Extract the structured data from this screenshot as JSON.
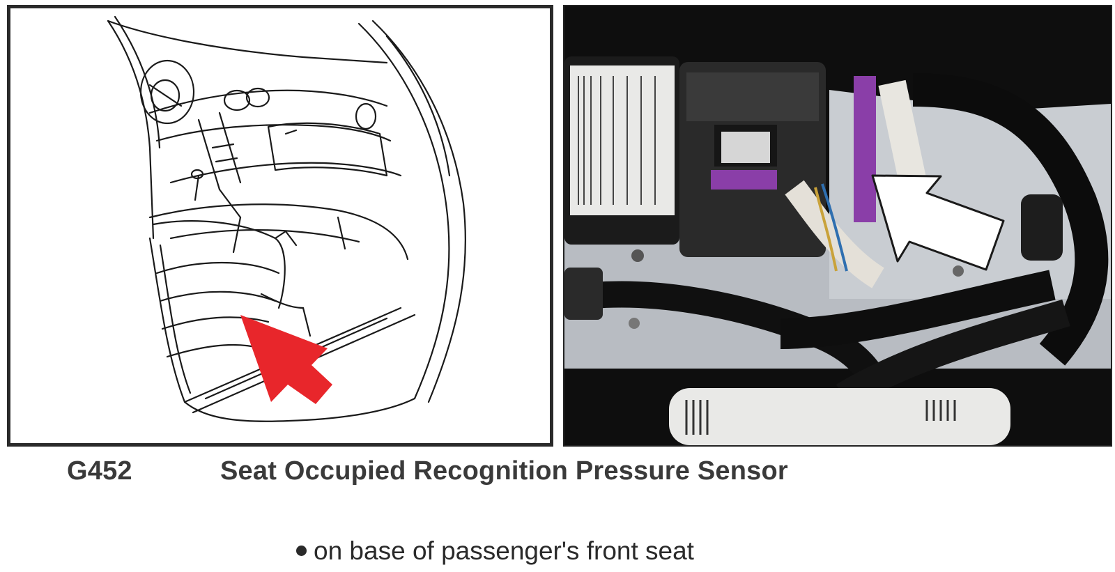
{
  "caption": {
    "code": "G452",
    "name": "Seat Occupied Recognition Pressure Sensor",
    "location_note": "on base of passenger's front seat"
  },
  "illustration": {
    "arrow_icon": "red-arrow-icon",
    "arrow_color": "#e8262b"
  },
  "photo": {
    "arrow_icon": "white-arrow-icon",
    "label_color": "#8a3ea8"
  }
}
